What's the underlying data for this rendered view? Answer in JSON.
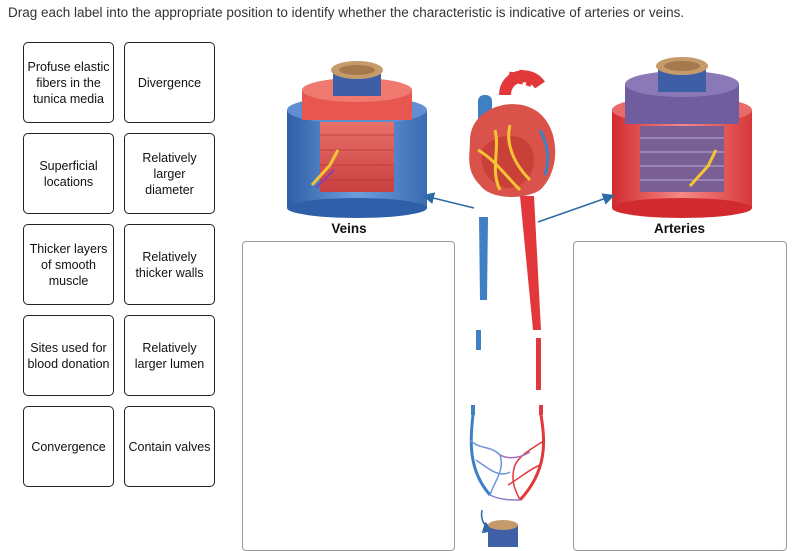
{
  "instruction": "Drag each label into the appropriate position to identify whether the characteristic is indicative of arteries or veins.",
  "labels": [
    "Profuse elastic fibers in the tunica media",
    "Divergence",
    "Superficial locations",
    "Relatively larger diameter",
    "Thicker layers of smooth muscle",
    "Relatively thicker walls",
    "Sites used for blood donation",
    "Relatively larger lumen",
    "Convergence",
    "Contain valves"
  ],
  "zones": {
    "veins": "Veins",
    "arteries": "Arteries"
  },
  "colors": {
    "vein_blue": "#3f7fc4",
    "artery_red": "#e2383b",
    "tile_border": "#222222",
    "zone_border": "#9a9a9a"
  }
}
